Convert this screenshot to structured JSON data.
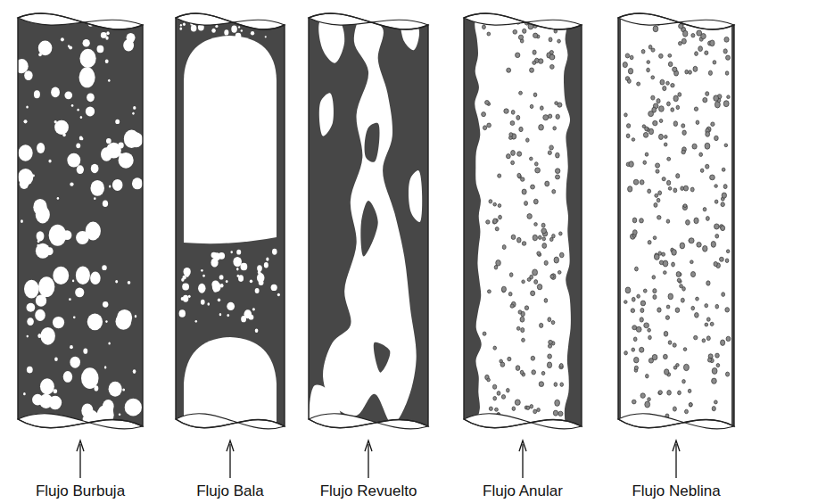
{
  "diagram": {
    "labels": [
      "Flujo Burbuja",
      "Flujo Bala",
      "Flujo Revuelto",
      "Flujo Anular",
      "Flujo Neblina"
    ]
  }
}
